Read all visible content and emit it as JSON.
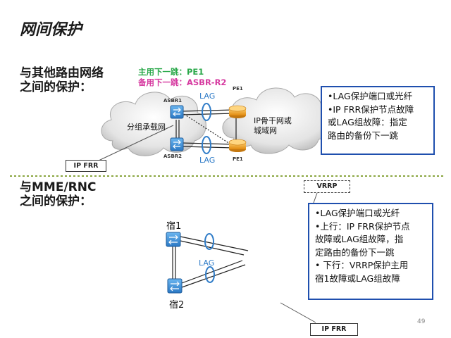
{
  "title": "网间保护",
  "section1": {
    "line1": "与其他路由网络",
    "line2": "之间的保护："
  },
  "section2": {
    "line1": "与MME/RNC",
    "line2": "之间的保护："
  },
  "primary_next_hop": "主用下一跳：PE1",
  "backup_next_hop": "备用下一跳：ASBR-R2",
  "top_diagram": {
    "asbr1": "ASBR1",
    "asbr2": "ASBR2",
    "pe1_top": "PE1",
    "pe1_bottom": "PE1",
    "lag_top": "LAG",
    "lag_bottom": "LAG",
    "left_cloud": "分组承载网",
    "right_cloud_line1": "IP骨干网或",
    "right_cloud_line2": "城域网",
    "ip_frr": "IP FRR"
  },
  "info_box1": {
    "lines": [
      "•LAG保护端口或光纤",
      "•IP FRR保护节点故障",
      "或LAG组故障：指定",
      "路由的备份下一跳"
    ]
  },
  "bottom_diagram": {
    "node1": "宿1",
    "node2": "宿2",
    "lag": "LAG",
    "vrrp": "VRRP",
    "ip_frr": "IP FRR"
  },
  "info_box2": {
    "lines": [
      "•LAG保护端口或光纤",
      "•上行：IP FRR保护节点",
      "故障或LAG组故障，指",
      "定路由的备份下一跳",
      "• 下行：VRRP保护主用",
      "宿1故障或LAG组故障"
    ]
  },
  "page_number": "49",
  "colors": {
    "info_border": "#1f4fae",
    "primary": "#2aa84a",
    "backup": "#d63aa0",
    "lag": "#2f7cc8",
    "router": "#3a8fd6",
    "pe_router": "#f0a020",
    "divider": "#8aa640"
  }
}
